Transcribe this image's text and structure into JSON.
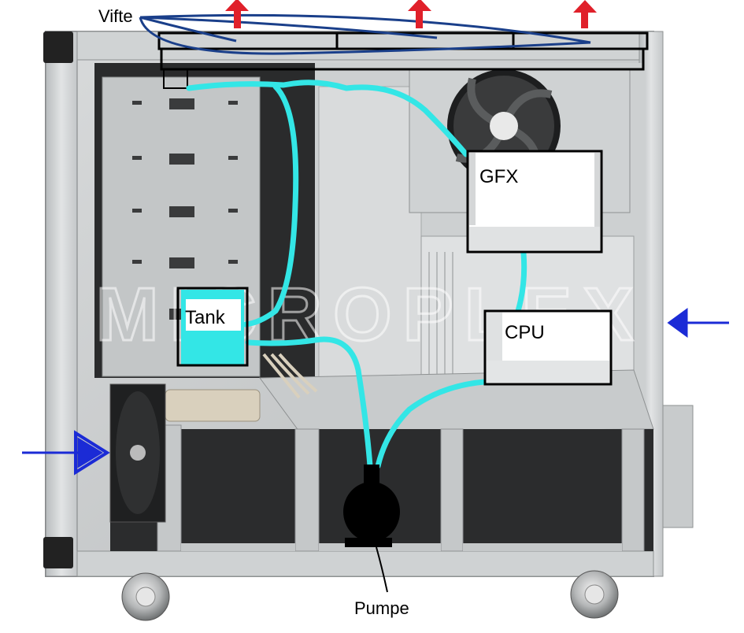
{
  "labels": {
    "fans": "Vifte",
    "tank": "Tank",
    "gfx": "GFX",
    "cpu": "CPU",
    "pump": "Pumpe"
  },
  "watermark": "MICROPLEX",
  "colors": {
    "tubing": "#33e6e6",
    "fan_lines": "#1a3f8a",
    "exhaust_arrows": "#e0202a",
    "intake_arrows": "#1b2bd6",
    "case_metal": "#c9ccce",
    "case_dark": "#222222",
    "pump": "#000000",
    "label_box": "#ffffff"
  },
  "icons": {
    "exhaust": "arrow-up-icon",
    "intake": "arrow-right-icon",
    "fan": "fan-icon"
  }
}
